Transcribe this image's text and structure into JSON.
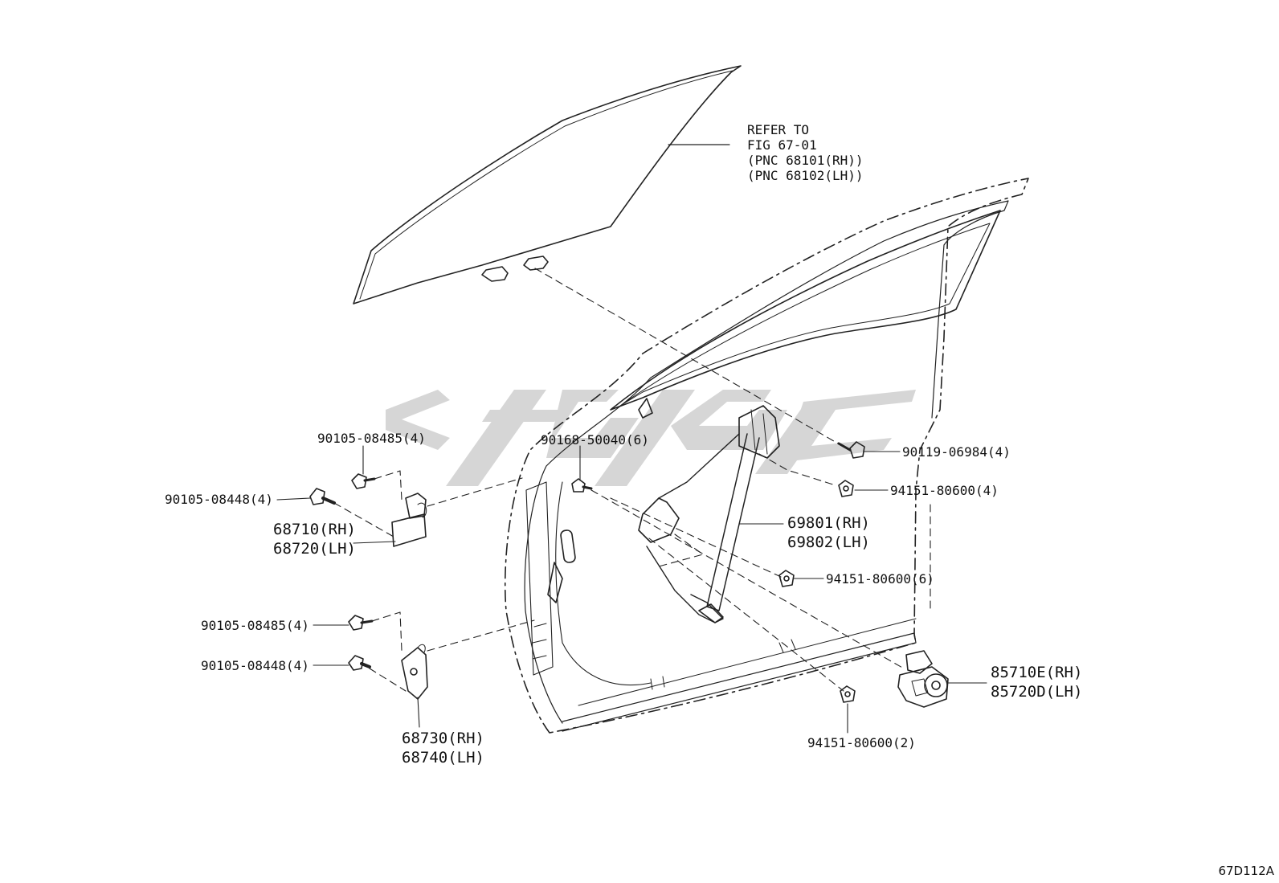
{
  "diagram": {
    "refer": [
      "REFER TO",
      "FIG 67-01",
      "(PNC 68101(RH))",
      "(PNC 68102(LH))"
    ],
    "labels": {
      "bolt_upper_a": "90105-08485(4)",
      "bolt_upper_b": "90105-08448(4)",
      "hinge_upper_rh": "68710(RH)",
      "hinge_upper_lh": "68720(LH)",
      "bolt_lower_a": "90105-08485(4)",
      "bolt_lower_b": "90105-08448(4)",
      "hinge_lower_rh": "68730(RH)",
      "hinge_lower_lh": "68740(LH)",
      "screw_plug": "90168-50040(6)",
      "bolt_regulator": "90119-06984(4)",
      "nut_a": "94151-80600(4)",
      "regulator_rh": "69801(RH)",
      "regulator_lh": "69802(LH)",
      "nut_b": "94151-80600(6)",
      "motor_rh": "85710E(RH)",
      "motor_lh": "85720D(LH)",
      "nut_c": "94151-80600(2)"
    },
    "figure_code": "67D112A"
  },
  "colors": {
    "line": "#222222",
    "watermark": "#c8c8c8"
  }
}
